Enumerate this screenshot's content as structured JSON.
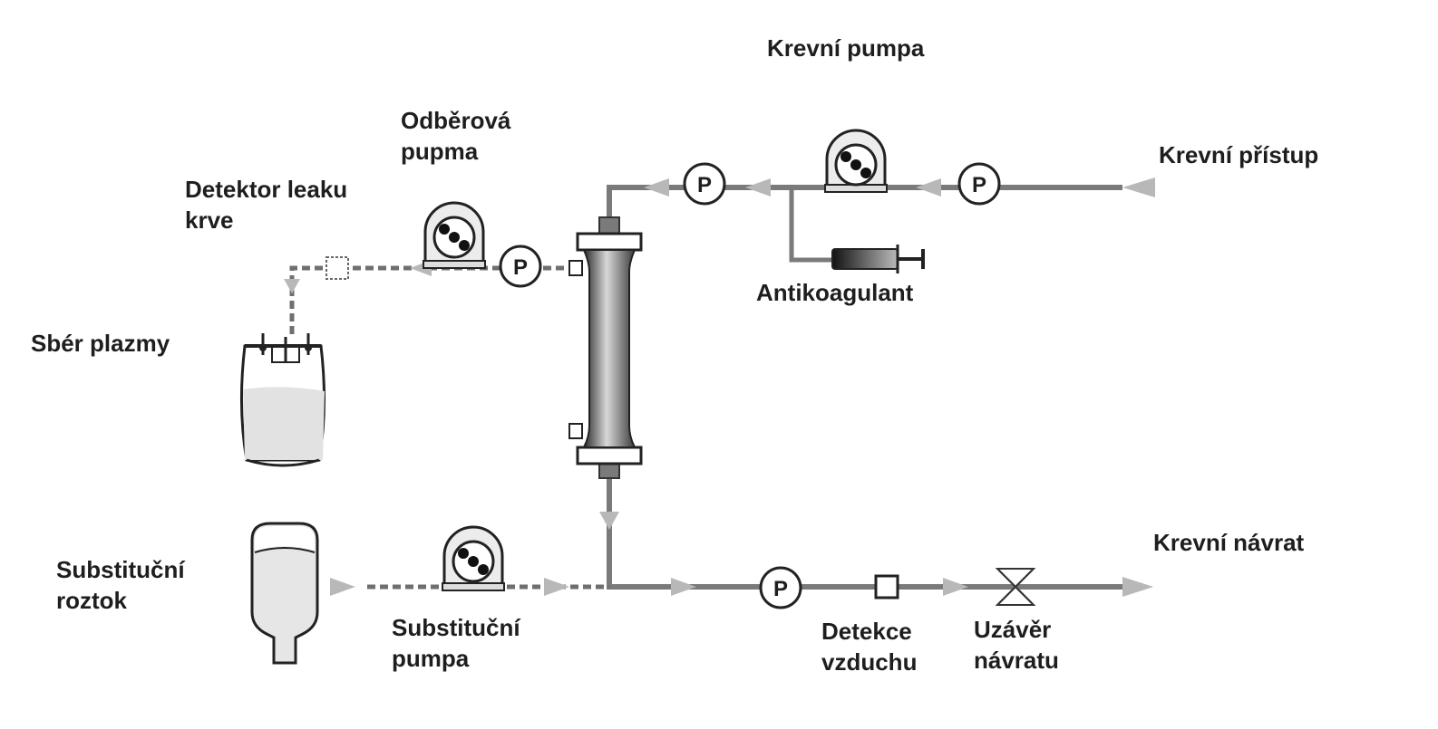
{
  "labels": {
    "blood_pump": "Krevní pumpa",
    "blood_access": "Krevní přístup",
    "collection_pump_l1": "Odběrová",
    "collection_pump_l2": "pupma",
    "leak_detector_l1": "Detektor leaku",
    "leak_detector_l2": "krve",
    "plasma_collection": "Sbér plazmy",
    "anticoagulant": "Antikoagulant",
    "blood_return": "Krevní návrat",
    "substitution_solution_l1": "Substituční",
    "substitution_solution_l2": "roztok",
    "substitution_pump_l1": "Substituční",
    "substitution_pump_l2": "pumpa",
    "air_detection_l1": "Detekce",
    "air_detection_l2": "vzduchu",
    "return_clamp_l1": "Uzávěr",
    "return_clamp_l2": "návratu"
  },
  "pressure_symbol": "P",
  "colors": {
    "line": "#7a7a7a",
    "arrow": "#b8b8b8",
    "text": "#1e1e1e"
  }
}
